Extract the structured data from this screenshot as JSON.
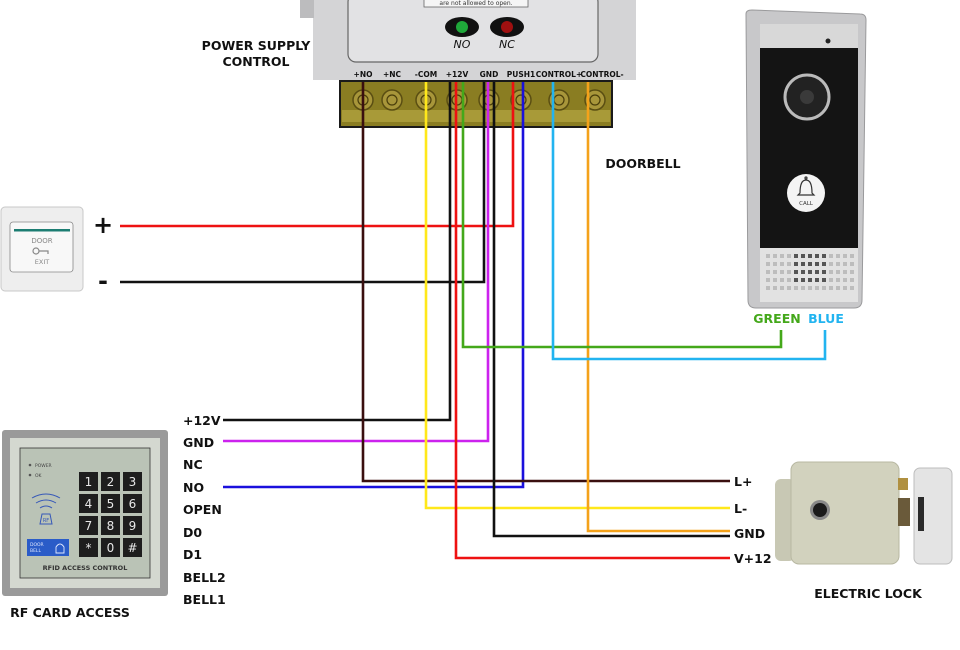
{
  "power_supply": {
    "title_line1": "POWER SUPPLY",
    "title_line2": "CONTROL",
    "notice": "are not allowed to open.",
    "led_no": "NO",
    "led_nc": "NC",
    "led_no_color": "#1fa83a",
    "led_nc_color": "#a01010",
    "terminals": [
      "+NO",
      "+NC",
      "-COM",
      "+12V",
      "GND",
      "PUSH1",
      "CONTROL+",
      "CONTROL-"
    ]
  },
  "exit_button": {
    "line1": "DOOR",
    "line2": "EXIT",
    "plus": "+",
    "minus": "-"
  },
  "doorbell": {
    "title": "DOORBELL",
    "call_label": "CALL",
    "wire_green": "GREEN",
    "wire_blue": "BLUE"
  },
  "rf_card": {
    "title": "RF CARD ACCESS",
    "panel_label": "RFID ACCESS CONTROL",
    "power_label": "POWER",
    "ok_label": "OK",
    "rf_label": "RF",
    "door_bell_label1": "DOOR",
    "door_bell_label2": "BELL",
    "keys": [
      "1",
      "2",
      "3",
      "4",
      "5",
      "6",
      "7",
      "8",
      "9",
      "*",
      "0",
      "#"
    ],
    "pins": [
      "+12V",
      "GND",
      "NC",
      "NO",
      "OPEN",
      "D0",
      "D1",
      "BELL2",
      "BELL1"
    ]
  },
  "electric_lock": {
    "title": "ELECTRIC LOCK",
    "pins": [
      "L+",
      "L-",
      "GND",
      "V+12"
    ]
  },
  "wire_colors": {
    "brown": "#3a0f0f",
    "yellow": "#ffe81a",
    "black": "#111111",
    "red": "#ee1111",
    "green": "#44a81a",
    "purple": "#cc22ee",
    "blue": "#1a10dd",
    "cyan": "#22b4f0",
    "orange": "#f4a21a"
  }
}
